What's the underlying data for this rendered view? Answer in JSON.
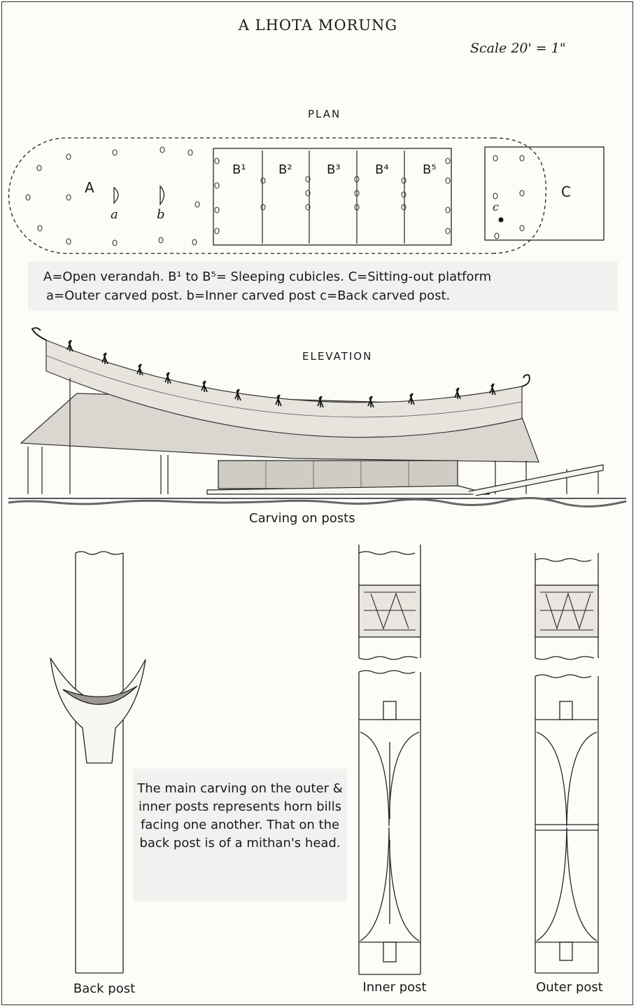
{
  "title": "A LHOTA MORUNG",
  "scale": "Scale 20' = 1\"",
  "plan": {
    "heading": "PLAN",
    "label_A": "A",
    "label_a": "a",
    "label_b": "b",
    "label_C": "C",
    "label_c": "c",
    "cubicles": [
      "B¹",
      "B²",
      "B³",
      "B⁴",
      "B⁵"
    ]
  },
  "legend": {
    "line1": "A=Open verandah.  B¹ to B⁵= Sleeping cubicles.  C=Sitting-out platform",
    "line2": "a=Outer carved post.   b=Inner carved post      c=Back carved post."
  },
  "elevation": {
    "heading": "ELEVATION"
  },
  "carving": {
    "heading": "Carving on posts",
    "note": "The main carving on the outer & inner posts represents horn bills facing one another. That on the back post is of a mithan's head.",
    "captions": {
      "back": "Back post",
      "inner": "Inner post",
      "outer": "Outer post"
    }
  }
}
